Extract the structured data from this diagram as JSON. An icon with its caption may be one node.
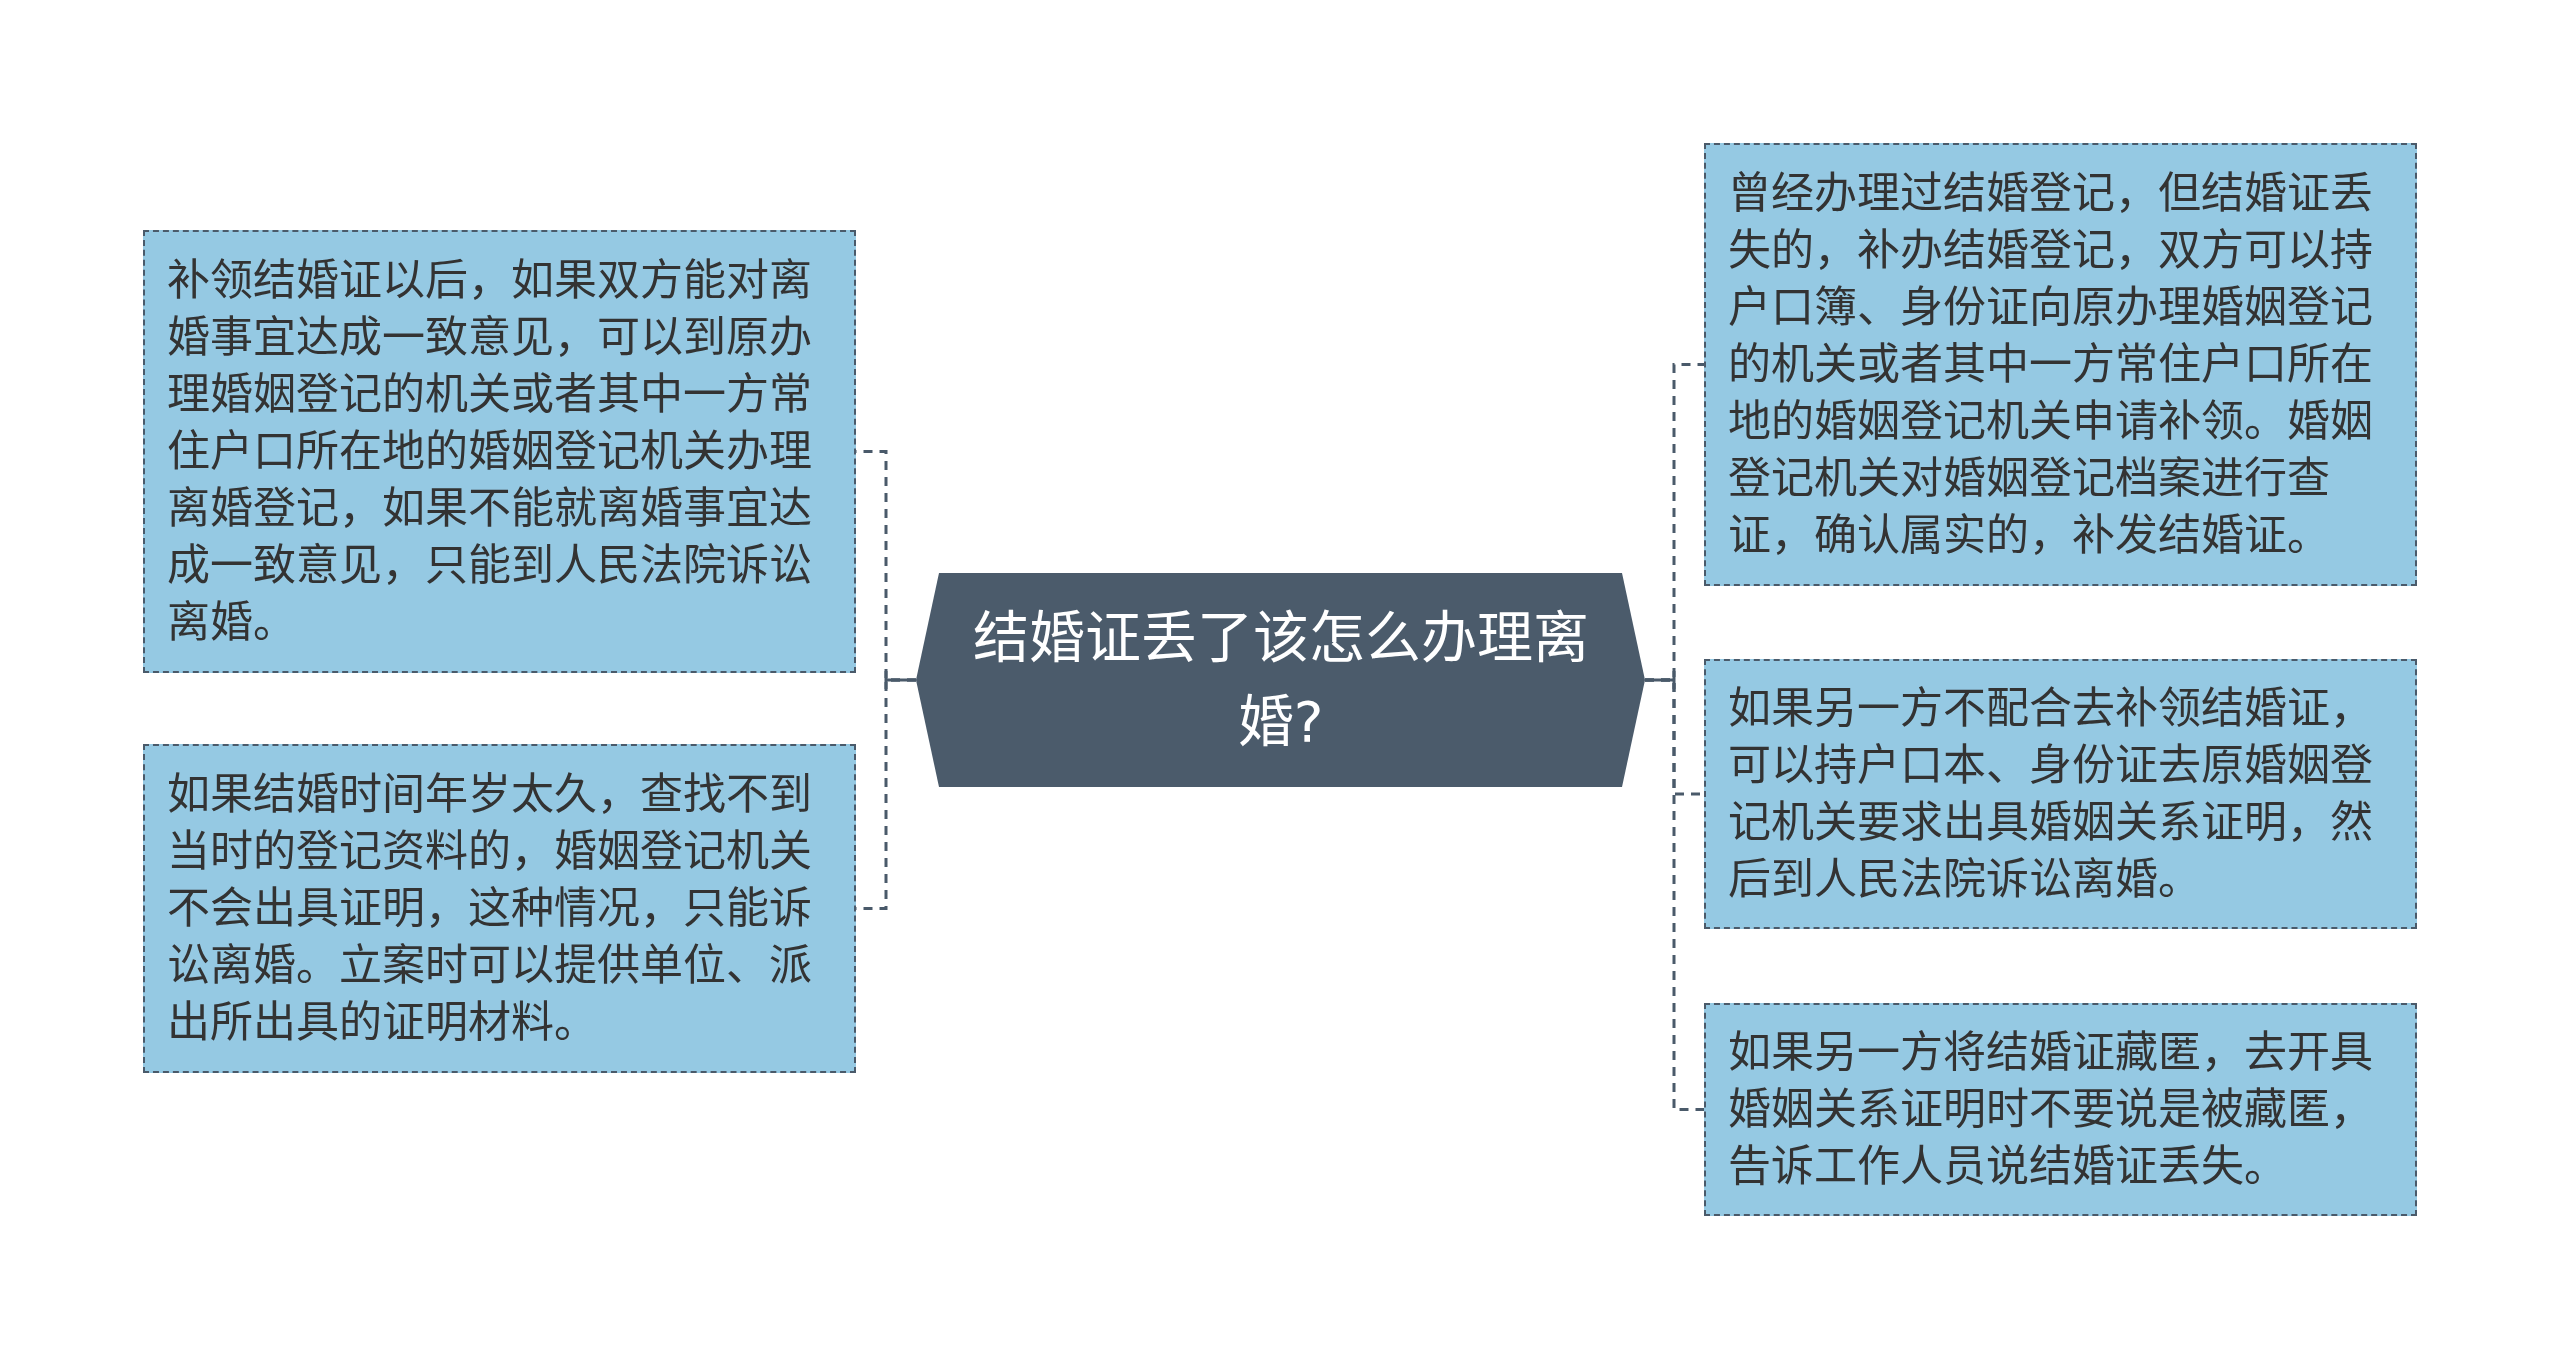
{
  "diagram": {
    "nodes": [
      {
        "text": [
          "结婚证丢了该怎么办理离婚?"
        ]
      },
      {
        "text": [
          "补领结婚证以后，如果双方能对离婚事宜达成一致意见，可以到原办理婚姻登记的机关或者其中一方常住户口所在地的婚姻登记机关办理离婚登记，如果不能就离婚事宜达成一致意见，只能到人民法院诉讼离婚。"
        ]
      },
      {
        "text": [
          "如果结婚时间年岁太久，查找不到当时的登记资料的，婚姻登记机关不会出具证明，这种情况，只能诉讼离婚。立案时可以提供单位、派出所出具的证明材料。"
        ]
      },
      {
        "text": [
          "曾经办理过结婚登记，但结婚证丢失的，补办结婚登记，双方可以持户口簿、身份证向原办理婚姻登记的机关或者其中一方常住户口所在地的婚姻登记机关申请补领。婚姻登记机关对婚姻登记档案进行查证，确认属实的，补发结婚证。"
        ]
      },
      {
        "text": [
          "如果另一方不配合去补领结婚证，可以持户口本、身份证去原婚姻登记机关要求出具婚姻关系证明，然后到人民法院诉讼离婚。"
        ]
      },
      {
        "text": [
          "如果另一方将结婚证藏匿，去开具婚姻关系证明时不要说是被藏匿，告诉工作人员说结婚证丢失。"
        ]
      }
    ],
    "edges": [
      {
        "from": 0,
        "to": 1,
        "arrow": "none",
        "style": "dashed"
      },
      {
        "from": 0,
        "to": 2,
        "arrow": "none",
        "style": "dashed"
      },
      {
        "from": 0,
        "to": 3,
        "arrow": "none",
        "style": "dashed"
      },
      {
        "from": 0,
        "to": 4,
        "arrow": "none",
        "style": "dashed"
      },
      {
        "from": 0,
        "to": 5,
        "arrow": "none",
        "style": "dashed"
      }
    ]
  }
}
